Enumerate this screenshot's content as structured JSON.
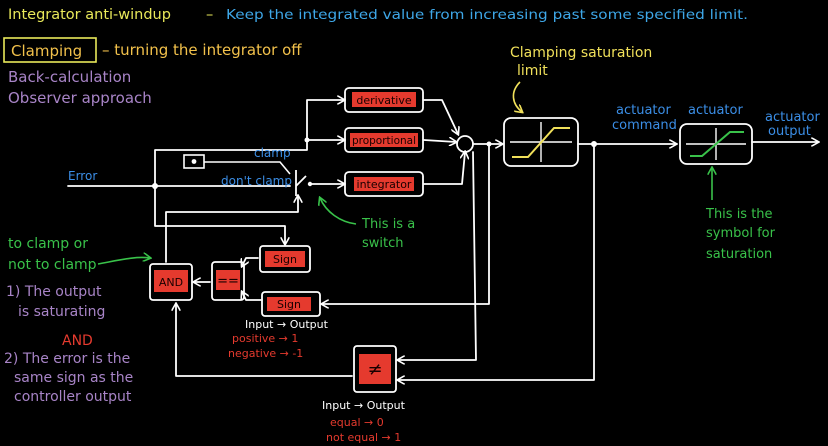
{
  "colors": {
    "background": "#000000",
    "wire": "#ffffff",
    "title": "#e9e95a",
    "subtitle": "#3ea7e8",
    "clamping": "#f2c14b",
    "purple": "#a884c7",
    "red": "#e53a2e",
    "green": "#39c24a",
    "blue": "#3b8ee6",
    "yellow": "#f0e05a"
  },
  "header": {
    "title": "Integrator anti-windup",
    "dash": "–",
    "subtitle": "Keep the integrated value from increasing past some specified limit."
  },
  "methods": {
    "clamping": "Clamping",
    "clamping_desc": "– turning the integrator off",
    "back_calculation": "Back-calculation",
    "observer": "Observer approach"
  },
  "blocks": {
    "derivative": "derivative",
    "proportional": "proportional",
    "integrator": "integrator",
    "sign_top": "Sign",
    "sign_bottom": "Sign",
    "equals": "==",
    "and": "AND",
    "not_equal": "≠"
  },
  "labels": {
    "error": "Error",
    "clamp": "clamp",
    "dont_clamp": "don't clamp",
    "switch_note_1": "This is a",
    "switch_note_2": "switch",
    "sat_limit_1": "Clamping saturation",
    "sat_limit_2": "limit",
    "actuator_command_1": "actuator",
    "actuator_command_2": "command",
    "actuator": "actuator",
    "actuator_output_1": "actuator",
    "actuator_output_2": "output",
    "symbol_note_1": "This is the",
    "symbol_note_2": "symbol for",
    "symbol_note_3": "saturation",
    "to_clamp_1": "to clamp or",
    "to_clamp_2": "not to clamp",
    "cond1_1": "1) The output",
    "cond1_2": "is saturating",
    "and_word": "AND",
    "cond2_1": "2) The error is the",
    "cond2_2": "same sign as the",
    "cond2_3": "controller output"
  },
  "sign_table": {
    "header": "Input → Output",
    "row1": "positive → 1",
    "row2": "negative → -1"
  },
  "ne_table": {
    "header": "Input → Output",
    "row1": "equal → 0",
    "row2": "not equal → 1"
  }
}
